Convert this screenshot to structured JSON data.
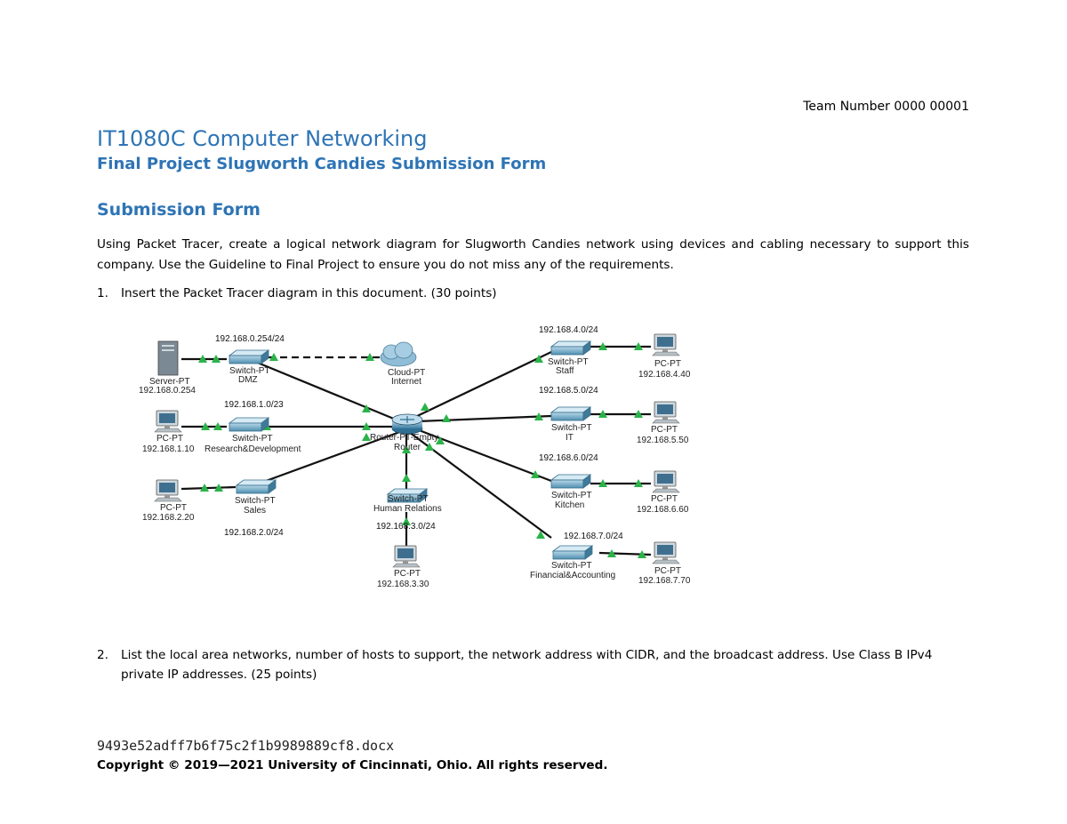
{
  "header": {
    "team_number": "Team Number 0000 00001"
  },
  "course_title": "IT1080C Computer Networking",
  "project_title": "Final Project Slugworth Candies Submission Form",
  "section_heading": "Submission Form",
  "intro": "Using Packet Tracer, create a logical network diagram for Slugworth Candies network using devices and cabling necessary to support this company. Use the Guideline to Final Project to ensure you do not miss any of the requirements.",
  "items": [
    {
      "number": "1.",
      "text": "Insert the Packet Tracer diagram in this document. (30 points)"
    },
    {
      "number": "2.",
      "text": "List the local area networks, number of hosts to support, the network address with CIDR, and the broadcast address. Use Class B IPv4 private IP addresses. (25 points)"
    }
  ],
  "diagram": {
    "router": {
      "name": "Router-PT-Empty",
      "label": "Router"
    },
    "server": {
      "type": "Server-PT",
      "ip": "192.168.0.254"
    },
    "cloud": {
      "type": "Cloud-PT",
      "label": "Internet"
    },
    "networks": {
      "dmz": "192.168.0.254/24",
      "rd": "192.168.1.0/23",
      "sales": "192.168.2.0/24",
      "hr": "192.168.3.0/24",
      "staff": "192.168.4.0/24",
      "it": "192.168.5.0/24",
      "kitchen": "192.168.6.0/24",
      "fin": "192.168.7.0/24"
    },
    "switches": {
      "dmz": {
        "type": "Switch-PT",
        "label": "DMZ"
      },
      "rd": {
        "type": "Switch-PT",
        "label": "Research&Development"
      },
      "sales": {
        "type": "Switch-PT",
        "label": "Sales"
      },
      "hr": {
        "type": "Switch-PT",
        "label": "Human Relations"
      },
      "staff": {
        "type": "Switch-PT",
        "label": "Staff"
      },
      "it": {
        "type": "Switch-PT",
        "label": "IT"
      },
      "kitchen": {
        "type": "Switch-PT",
        "label": "Kitchen"
      },
      "fin": {
        "type": "Switch-PT",
        "label": "Financial&Accounting"
      }
    },
    "pcs": {
      "rd": {
        "type": "PC-PT",
        "ip": "192.168.1.10"
      },
      "sales": {
        "type": "PC-PT",
        "ip": "192.168.2.20"
      },
      "hr": {
        "type": "PC-PT",
        "ip": "192.168.3.30"
      },
      "staff": {
        "type": "PC-PT",
        "ip": "192.168.4.40"
      },
      "it": {
        "type": "PC-PT",
        "ip": "192.168.5.50"
      },
      "kitchen": {
        "type": "PC-PT",
        "ip": "192.168.6.60"
      },
      "fin": {
        "type": "PC-PT",
        "ip": "192.168.7.70"
      }
    }
  },
  "footer": {
    "filename": "9493e52adff7b6f75c2f1b9989889cf8.docx",
    "copyright": "Copyright © 2019—2021 University of Cincinnati, Ohio. All rights reserved."
  }
}
